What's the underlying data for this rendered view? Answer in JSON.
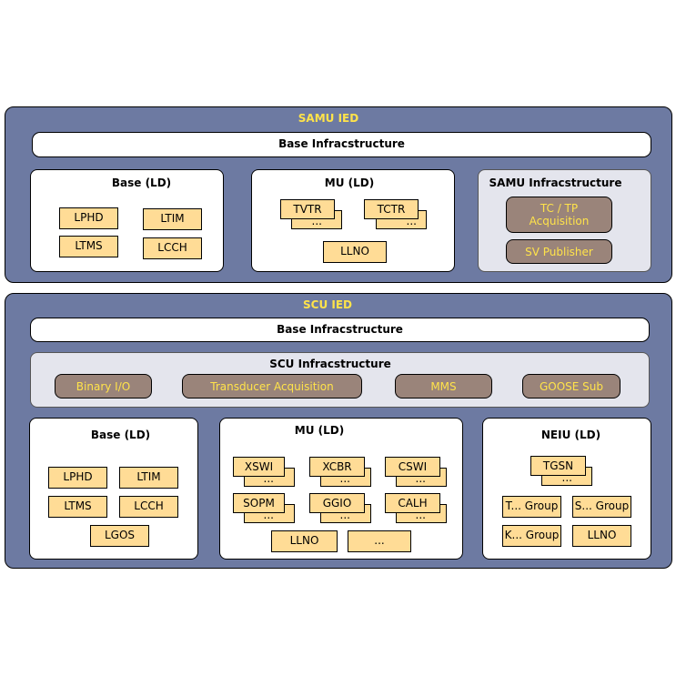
{
  "samu": {
    "title": "SAMU IED",
    "base_infra": "Base Infracstructure",
    "base_ld": {
      "title": "Base (LD)",
      "nodes": [
        "LPHD",
        "LTIM",
        "LTMS",
        "LCCH"
      ]
    },
    "mu_ld": {
      "title": "MU (LD)",
      "stack1": "TVTR",
      "stack2": "TCTR",
      "more": "...",
      "llno": "LLNO"
    },
    "infra": {
      "title": "SAMU Infracstructure",
      "tctp_line1": "TC / TP",
      "tctp_line2": "Acquisition",
      "sv": "SV Publisher"
    }
  },
  "scu": {
    "title": "SCU IED",
    "base_infra": "Base Infracstructure",
    "infra": {
      "title": "SCU Infracstructure",
      "items": [
        "Binary I/O",
        "Transducer Acquisition",
        "MMS",
        "GOOSE Sub"
      ]
    },
    "base_ld": {
      "title": "Base (LD)",
      "nodes": [
        "LPHD",
        "LTIM",
        "LTMS",
        "LCCH",
        "LGOS"
      ]
    },
    "mu_ld": {
      "title": "MU (LD)",
      "stacks": [
        "XSWI",
        "XCBR",
        "CSWI",
        "SOPM",
        "GGIO",
        "CALH"
      ],
      "more": "...",
      "llno": "LLNO"
    },
    "neiu_ld": {
      "title": "NEIU (LD)",
      "stack": "TGSN",
      "more": "...",
      "nodes": [
        "T... Group",
        "S... Group",
        "K... Group",
        "LLNO"
      ]
    }
  }
}
